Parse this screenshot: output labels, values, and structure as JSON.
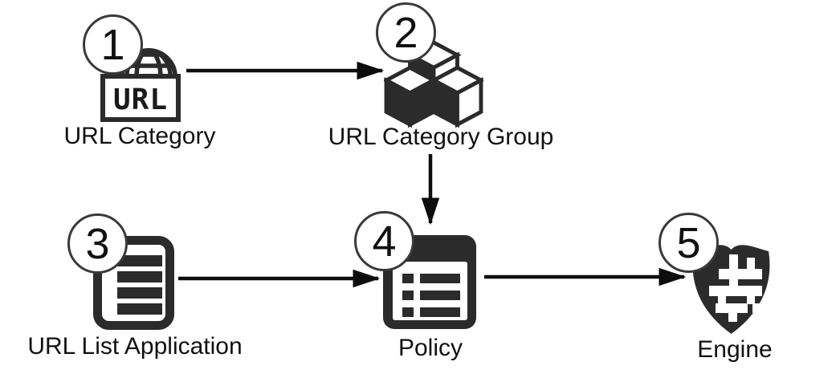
{
  "diagram": {
    "background_color": "#ffffff",
    "ink_color": "#2b2b2b",
    "arrow_color": "#0d0d0d",
    "badge": {
      "fill": "#ffffff",
      "border_color": "#3a3a3a",
      "text_color": "#111111"
    },
    "nodes": [
      {
        "step": "1",
        "label": "URL Category",
        "icon": "globe-url-icon"
      },
      {
        "step": "2",
        "label": "URL Category Group",
        "icon": "cubes-icon"
      },
      {
        "step": "3",
        "label": "URL List Application",
        "icon": "list-document-icon"
      },
      {
        "step": "4",
        "label": "Policy",
        "icon": "policy-list-window-icon"
      },
      {
        "step": "5",
        "label": "Engine",
        "icon": "shield-firewall-icon"
      }
    ],
    "edges": [
      {
        "from": "URL Category",
        "to": "URL Category Group",
        "direction": "right"
      },
      {
        "from": "URL Category Group",
        "to": "Policy",
        "direction": "down"
      },
      {
        "from": "URL List Application",
        "to": "Policy",
        "direction": "right"
      },
      {
        "from": "Policy",
        "to": "Engine",
        "direction": "right"
      }
    ],
    "icon_text": {
      "url_box": "URL"
    }
  }
}
